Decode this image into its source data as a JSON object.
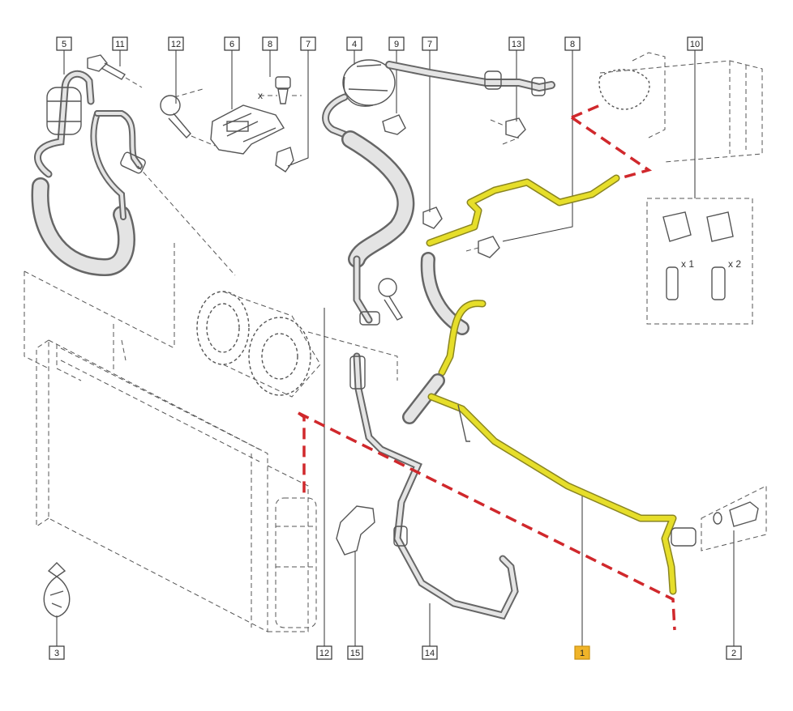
{
  "labels": [
    {
      "key": "l5",
      "text": "5"
    },
    {
      "key": "l11",
      "text": "11"
    },
    {
      "key": "l12a",
      "text": "12"
    },
    {
      "key": "l6",
      "text": "6"
    },
    {
      "key": "l8a",
      "text": "8"
    },
    {
      "key": "l7a",
      "text": "7"
    },
    {
      "key": "l4",
      "text": "4"
    },
    {
      "key": "l9",
      "text": "9"
    },
    {
      "key": "l7b",
      "text": "7"
    },
    {
      "key": "l13",
      "text": "13"
    },
    {
      "key": "l8b",
      "text": "8"
    },
    {
      "key": "l10",
      "text": "10"
    },
    {
      "key": "l3",
      "text": "3"
    },
    {
      "key": "l12b",
      "text": "12"
    },
    {
      "key": "l15",
      "text": "15"
    },
    {
      "key": "l14",
      "text": "14"
    },
    {
      "key": "l1",
      "text": "1"
    },
    {
      "key": "l2",
      "text": "2"
    }
  ],
  "kit": {
    "qty1": "x 1",
    "qty2": "x 2"
  },
  "colors": {
    "highlight_hose": "#e6de2a",
    "highlight_label": "#f0b429",
    "dashed_route": "#d0282c"
  }
}
